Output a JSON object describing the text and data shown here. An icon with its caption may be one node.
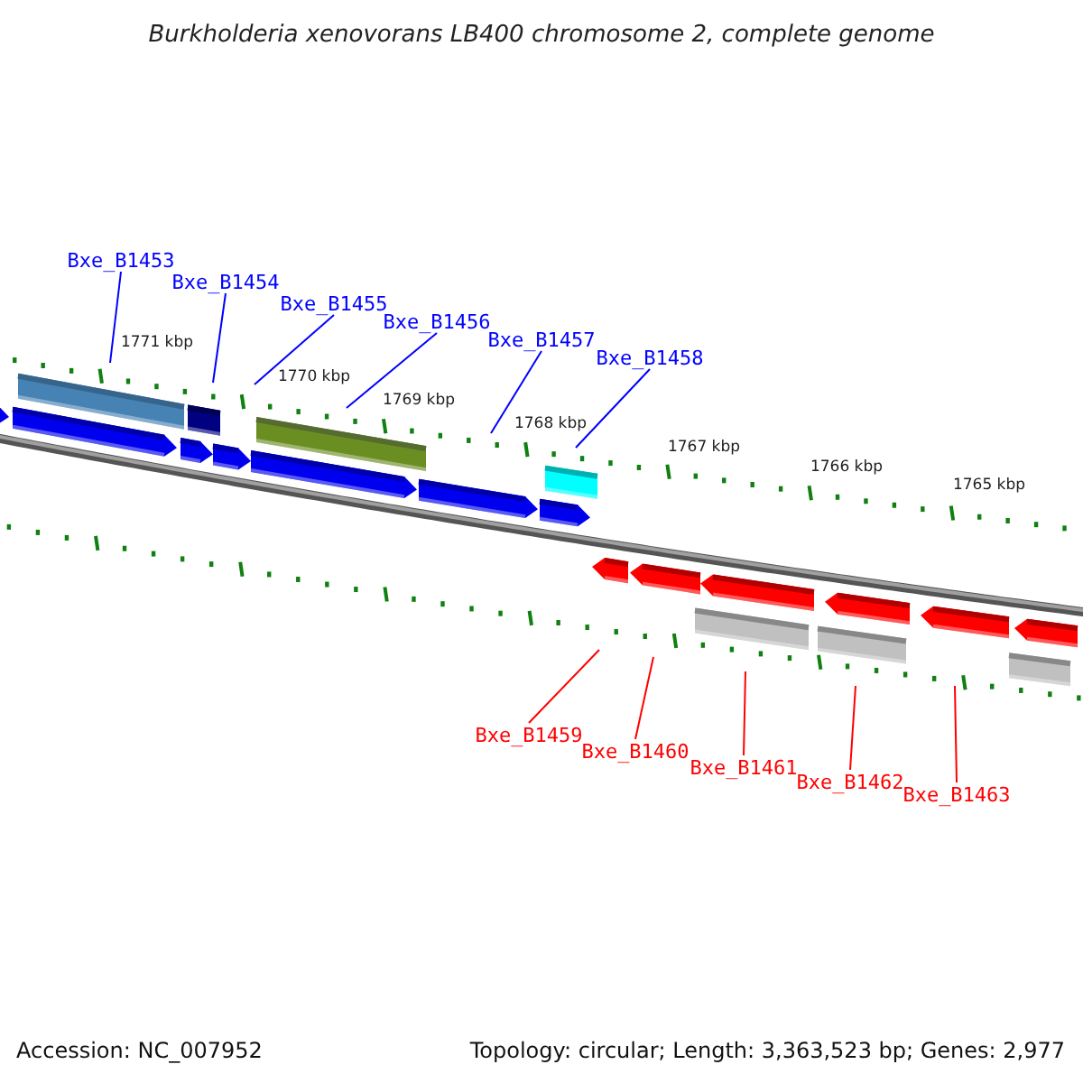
{
  "diagram": {
    "title": "Burkholderia xenovorans LB400 chromosome 2, complete genome",
    "nodes": [
      {
        "text": [
          "Bxe_B1453"
        ]
      },
      {
        "text": [
          "Bxe_B1454"
        ]
      },
      {
        "text": [
          "Bxe_B1455"
        ]
      },
      {
        "text": [
          "Bxe_B1456"
        ]
      },
      {
        "text": [
          "Bxe_B1457"
        ]
      },
      {
        "text": [
          "Bxe_B1458"
        ]
      },
      {
        "text": [
          "Bxe_B1459"
        ]
      },
      {
        "text": [
          "Bxe_B1460"
        ]
      },
      {
        "text": [
          "Bxe_B1461"
        ]
      },
      {
        "text": [
          "Bxe_B1462"
        ]
      },
      {
        "text": [
          "Bxe_B1463"
        ]
      }
    ],
    "edges": [
      {
        "from": 0,
        "to": null,
        "arrow": "none"
      },
      {
        "from": 1,
        "to": null,
        "arrow": "none"
      },
      {
        "from": 2,
        "to": null,
        "arrow": "none"
      },
      {
        "from": 3,
        "to": null,
        "arrow": "none"
      },
      {
        "from": 4,
        "to": null,
        "arrow": "none"
      },
      {
        "from": 5,
        "to": null,
        "arrow": "none"
      },
      {
        "from": 6,
        "to": null,
        "arrow": "none",
        "color": "#ff0000"
      },
      {
        "from": 7,
        "to": null,
        "arrow": "none",
        "color": "#ff0000"
      },
      {
        "from": 8,
        "to": null,
        "arrow": "none",
        "color": "#ff0000"
      },
      {
        "from": 9,
        "to": null,
        "arrow": "none",
        "color": "#ff0000"
      },
      {
        "from": 10,
        "to": null,
        "arrow": "none",
        "color": "#ff0000"
      }
    ],
    "labels": [
      "1771 kbp",
      "1770 kbp",
      "1769 kbp",
      "1768 kbp",
      "1767 kbp",
      "1766 kbp",
      "1765 kbp",
      "Accession: NC_007952",
      "Topology: circular; Length: 3,363,523 bp; Genes: 2,977"
    ]
  }
}
